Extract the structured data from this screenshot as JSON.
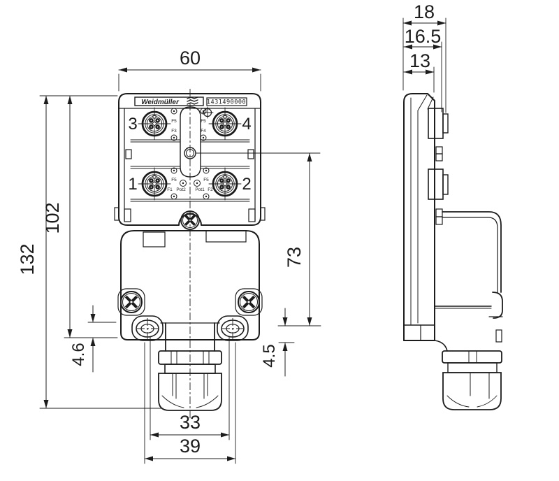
{
  "colors": {
    "line": "#1c1c1c",
    "background": "#ffffff"
  },
  "logo": {
    "brand": "Weidmüller",
    "part_number": "1431490000"
  },
  "front_view": {
    "ports": {
      "top_left": "3",
      "top_right": "4",
      "bottom_left": "1",
      "bottom_right": "2"
    },
    "indicators": {
      "top_left": [
        "F5",
        "F3"
      ],
      "top_right": [
        "F5",
        "F4"
      ],
      "bottom_left": [
        "F5",
        "F1"
      ],
      "bottom_right": [
        "F5",
        "F2"
      ],
      "pot_left": "Pot2",
      "pot_right": "Pot1"
    },
    "dimensions": {
      "overall_width": "60",
      "overall_height": "132",
      "body_height": "102",
      "hole_to_bottom": "73",
      "offset_left": "4.6",
      "offset_right": "4.5",
      "slot_spacing_inner": "33",
      "slot_spacing_outer": "39"
    }
  },
  "side_view": {
    "dimensions": {
      "overall_depth": "18",
      "depth_with_connectors": "16.5",
      "body_depth": "13"
    }
  }
}
